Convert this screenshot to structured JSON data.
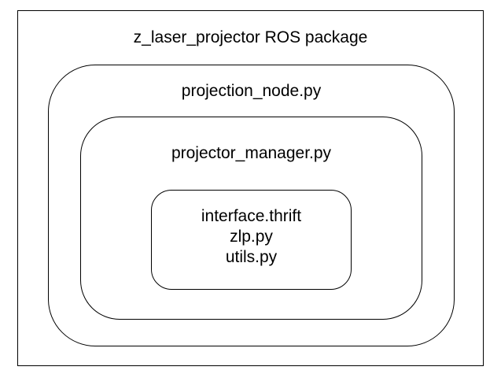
{
  "diagram": {
    "package": {
      "label": "z_laser_projector ROS package"
    },
    "node": {
      "label": "projection_node.py"
    },
    "manager": {
      "label": "projector_manager.py"
    },
    "core": {
      "files": [
        "interface.thrift",
        "zlp.py",
        "utils.py"
      ]
    }
  }
}
